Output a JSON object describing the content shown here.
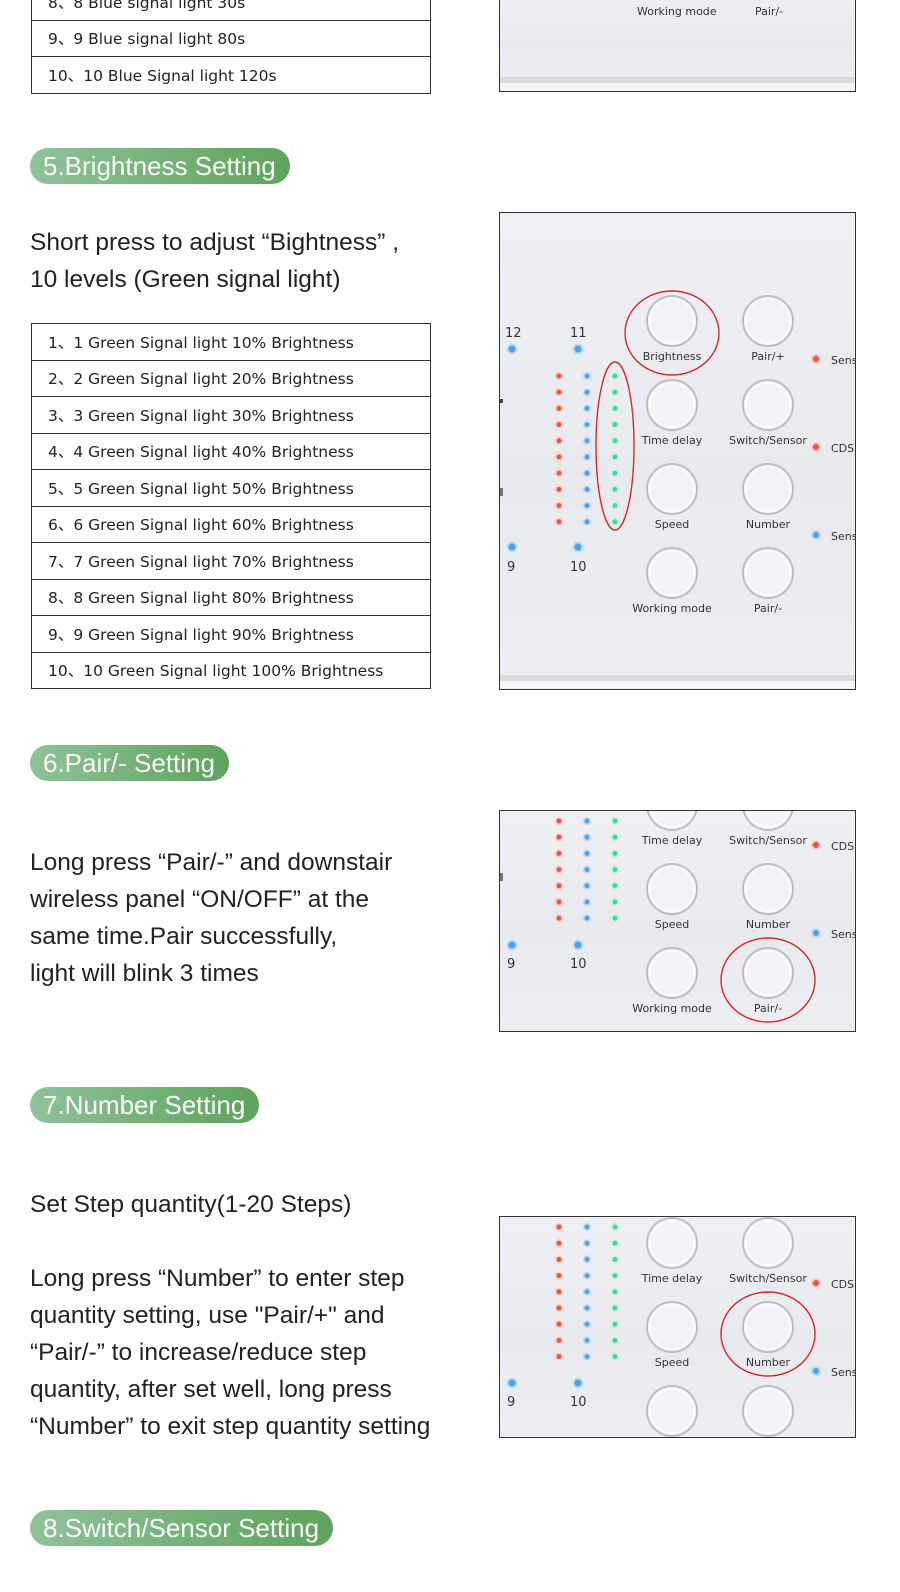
{
  "blue_table_tail": [
    "8、8 Blue signal light 30s",
    "9、9 Blue signal light 80s",
    "10、10 Blue Signal light 120s"
  ],
  "sections": {
    "brightness": {
      "title": "5.Brightness Setting",
      "desc": [
        "Short press to adjust “Bightness” ,",
        "10 levels (Green signal light)"
      ],
      "table": [
        "1、1 Green Signal light 10% Brightness",
        "2、2 Green Signal light 20% Brightness",
        "3、3 Green Signal light 30% Brightness",
        "4、4 Green Signal light 40% Brightness",
        "5、5 Green Signal light 50% Brightness",
        "6、6 Green Signal light 60% Brightness",
        "7、7 Green Signal light 70% Brightness",
        "8、8 Green Signal light 80% Brightness",
        "9、9 Green Signal light 90% Brightness",
        "10、10 Green Signal light 100% Brightness"
      ]
    },
    "pair_minus": {
      "title": "6.Pair/- Setting",
      "desc": [
        "Long press “Pair/-” and downstair",
        "wireless panel “ON/OFF” at the",
        "same time.Pair successfully,",
        "light will blink 3 times"
      ]
    },
    "number": {
      "title": "7.Number Setting",
      "desc_1": "Set Step quantity(1-20 Steps)",
      "desc": [
        "Long press “Number” to enter step",
        "quantity setting, use \"Pair/+\" and",
        "“Pair/-” to increase/reduce step",
        "quantity, after set well, long press",
        "“Number” to exit step quantity setting"
      ]
    },
    "switch_sensor": {
      "title": "8.Switch/Sensor Setting"
    }
  },
  "panel": {
    "buttons": {
      "brightness": "Brightness",
      "pair_plus": "Pair/+",
      "time_delay": "Time delay",
      "switch_sensor": "Switch/Sensor",
      "speed": "Speed",
      "number": "Number",
      "working_mode": "Working mode",
      "pair_minus": "Pair/-"
    },
    "side_labels": {
      "sens": "Sens",
      "cds": "CDS"
    },
    "indicator_numbers": {
      "n12": "12",
      "n11": "11",
      "n9": "9",
      "n10": "10"
    }
  },
  "colors": {
    "pill_gradient_start": "#8fc29a",
    "pill_gradient_end": "#5ea45c",
    "highlight_ring": "#d42a2a",
    "led_red": "#e8544a",
    "led_blue": "#4aa3e8",
    "led_green": "#3fd69a"
  }
}
